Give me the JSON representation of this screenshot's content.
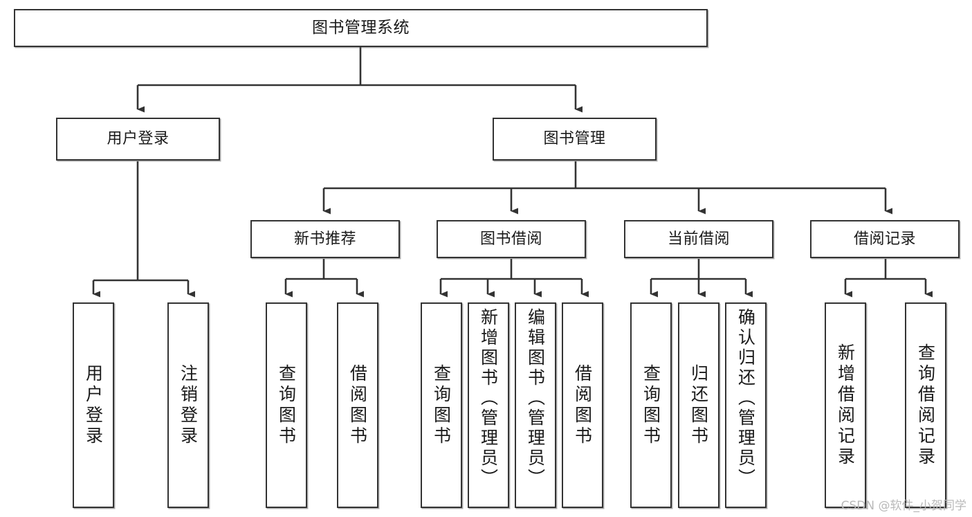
{
  "diagram": {
    "type": "tree",
    "title": "图书管理系统",
    "orientation": "top-down",
    "colors": {
      "box_border": "#333333",
      "box_fill": "#ffffff",
      "connector": "#333333",
      "text": "#1a1a1a",
      "watermark": "#b9b9b9",
      "background": "#ffffff"
    },
    "root": {
      "label": "图书管理系统"
    },
    "level2": [
      {
        "label": "用户登录"
      },
      {
        "label": "图书管理"
      }
    ],
    "level3": [
      {
        "label": "新书推荐"
      },
      {
        "label": "图书借阅"
      },
      {
        "label": "当前借阅"
      },
      {
        "label": "借阅记录"
      }
    ],
    "leaves": {
      "user_login": [
        {
          "label": "用户登录"
        },
        {
          "label": "注销登录"
        }
      ],
      "new_book_recommend": [
        {
          "label": "查询图书"
        },
        {
          "label": "借阅图书"
        }
      ],
      "book_borrow": [
        {
          "label": "查询图书"
        },
        {
          "label": "新增图书（管理员）"
        },
        {
          "label": "编辑图书（管理员）"
        },
        {
          "label": "借阅图书"
        }
      ],
      "current_borrow": [
        {
          "label": "查询图书"
        },
        {
          "label": "归还图书"
        },
        {
          "label": "确认归还（管理员）"
        }
      ],
      "borrow_record": [
        {
          "label": "新增借阅记录"
        },
        {
          "label": "查询借阅记录"
        }
      ]
    }
  },
  "watermark": {
    "text": "CSDN @软件_小贺同学"
  }
}
